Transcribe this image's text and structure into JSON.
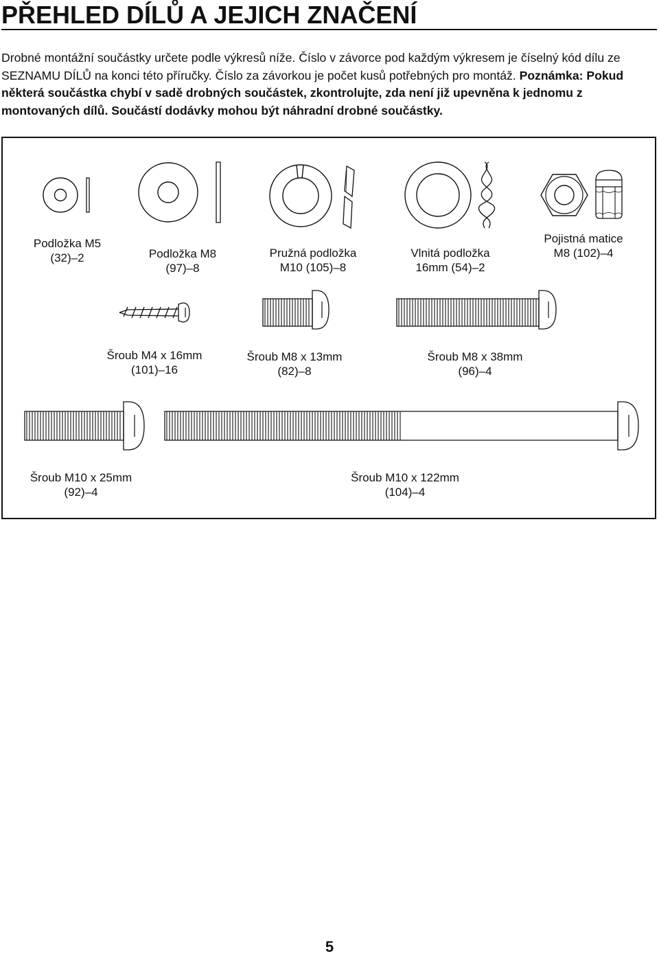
{
  "heading": "PŘEHLED DÍLŮ A JEJICH ZNAČENÍ",
  "intro": {
    "text": "Drobné montážní součástky určete podle výkresů níže. Číslo v závorce pod každým výkresem je číselný kód dílu ze SEZNAMU DÍLŮ na konci této příručky. Číslo za závorkou je počet kusů potřebných pro montáž.",
    "note": "Poznámka: Pokud některá součástka chybí v sadě drobných součástek, zkontrolujte, zda není již upevněna k jednomu z montovaných dílů. Součástí dodávky mohou být náhradní drobné součástky."
  },
  "parts": {
    "washer_m5": {
      "name": "Podložka M5",
      "code": "(32)–2"
    },
    "washer_m8": {
      "name": "Podložka M8",
      "code": "(97)–8"
    },
    "spring_washer_m10": {
      "name": "Pružná podložka",
      "code": "M10 (105)–8"
    },
    "wave_washer_16": {
      "name": "Vlnitá podložka",
      "code": "16mm (54)–2"
    },
    "lock_nut_m8": {
      "name": "Pojistná matice",
      "code": "M8 (102)–4"
    },
    "screw_m4_16": {
      "name": "Šroub M4 x 16mm",
      "code": "(101)–16"
    },
    "bolt_m8_13": {
      "name": "Šroub M8 x 13mm",
      "code": "(82)–8"
    },
    "bolt_m8_38": {
      "name": "Šroub M8 x 38mm",
      "code": "(96)–4"
    },
    "bolt_m10_25": {
      "name": "Šroub M10 x 25mm",
      "code": "(92)–4"
    },
    "bolt_m10_122": {
      "name": "Šroub M10 x 122mm",
      "code": "(104)–4"
    }
  },
  "page_number": "5"
}
